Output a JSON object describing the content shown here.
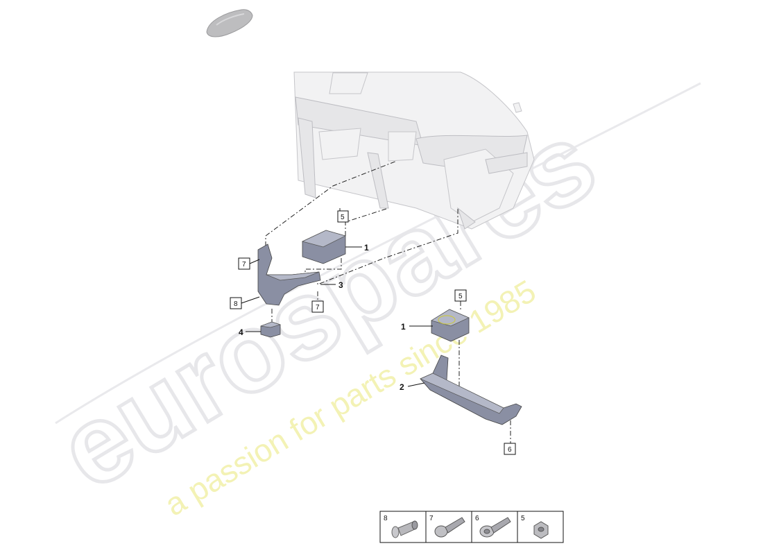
{
  "watermark": {
    "brand": "eurospares",
    "tagline": "a passion for parts since 1985"
  },
  "callouts": {
    "upper": {
      "part_1": "1",
      "part_3": "3",
      "part_4": "4",
      "ref_5": "5",
      "ref_7_top": "7",
      "ref_7_bottom": "7",
      "ref_8": "8"
    },
    "lower": {
      "part_1": "1",
      "part_2": "2",
      "ref_5": "5",
      "ref_6": "6"
    }
  },
  "fastener_table": [
    {
      "number": "8",
      "icon": "push-rivet-icon"
    },
    {
      "number": "7",
      "icon": "flange-bolt-icon"
    },
    {
      "number": "6",
      "icon": "washer-screw-icon"
    },
    {
      "number": "5",
      "icon": "hex-nut-icon"
    }
  ]
}
